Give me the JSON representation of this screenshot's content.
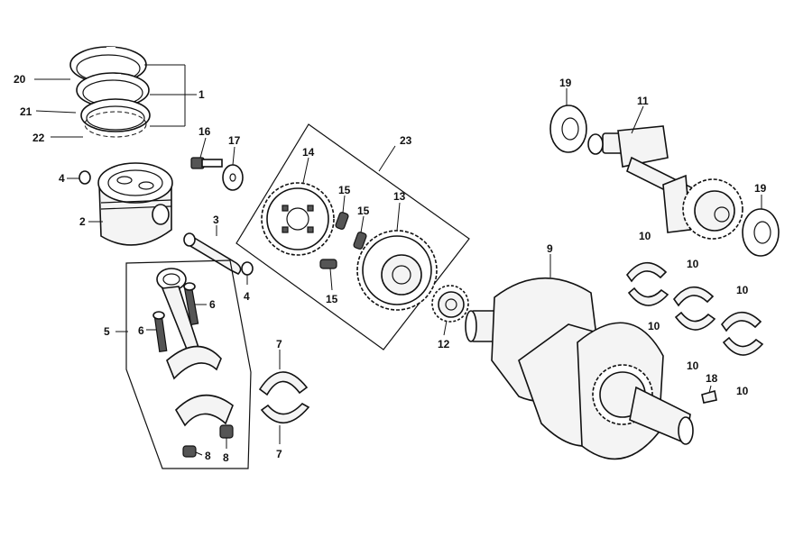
{
  "callouts": {
    "piston_ring_set": "1",
    "piston": "2",
    "piston_pin": "3",
    "pin_clip_upper": "4",
    "pin_clip_lower": "4",
    "connecting_rod": "5",
    "rod_bolt": "6",
    "rod_bolt_stud": "6",
    "rod_bearing_upper": "7",
    "rod_bearing_lower": "7",
    "rod_nut_a": "8",
    "rod_nut_b": "8",
    "crankshaft": "9",
    "main_bearing_1_upper": "10",
    "main_bearing_1_lower": "10",
    "main_bearing_2_upper": "10",
    "main_bearing_2_lower": "10",
    "main_bearing_3_upper": "10",
    "main_bearing_3_lower": "10",
    "balancer_shaft": "11",
    "drive_sprocket": "12",
    "primary_gear": "13",
    "sub_gear": "14",
    "spring_a": "15",
    "spring_b": "15",
    "spring_c": "15",
    "flange_bolt": "16",
    "washer": "17",
    "woodruff_key": "18",
    "bearing_a": "19",
    "bearing_b": "19",
    "top_ring": "20",
    "second_ring": "21",
    "oil_ring": "22",
    "gear_assy": "23"
  }
}
